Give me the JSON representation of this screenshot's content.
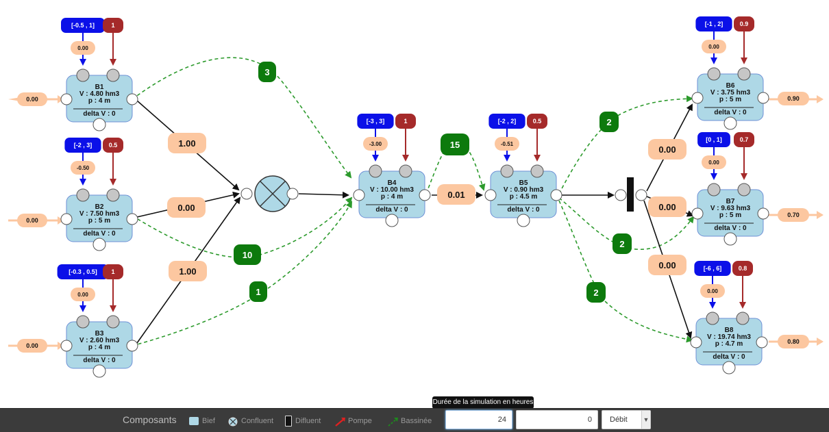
{
  "colors": {
    "node_fill": "#aed8e6",
    "node_stroke": "#6d8fd6",
    "flow_pill": "#fcc7a0",
    "range_pill": "#0b10e8",
    "max_pill": "#a52a2a",
    "green_pill": "#0d7a0d",
    "dashed_link": "#2c9a2c"
  },
  "nodes": [
    {
      "id": "B1",
      "volume": "V : 4.80 hm3",
      "depth": "p : 4 m",
      "delta": "delta V : 0",
      "range": "[-0.5 , 1]",
      "max": "1",
      "setpoint": "0.00",
      "inflow": "0.00"
    },
    {
      "id": "B2",
      "volume": "V : 7.50 hm3",
      "depth": "p : 5 m",
      "delta": "delta V : 0",
      "range": "[-2 , 3]",
      "max": "0.5",
      "setpoint": "-0.50",
      "inflow": "0.00"
    },
    {
      "id": "B3",
      "volume": "V : 2.60 hm3",
      "depth": "p : 4 m",
      "delta": "delta V : 0",
      "range": "[-0.3 , 0.5]",
      "max": "1",
      "setpoint": "0.00",
      "inflow": "0.00"
    },
    {
      "id": "B4",
      "volume": "V : 10.00 hm3",
      "depth": "p : 4 m",
      "delta": "delta V : 0",
      "range": "[-3 , 3]",
      "max": "1",
      "setpoint": "-3.00"
    },
    {
      "id": "B5",
      "volume": "V : 0.90 hm3",
      "depth": "p : 4.5 m",
      "delta": "delta V : 0",
      "range": "[-2 , 2]",
      "max": "0.5",
      "setpoint": "-0.51"
    },
    {
      "id": "B6",
      "volume": "V : 3.75 hm3",
      "depth": "p : 5 m",
      "delta": "delta V : 0",
      "range": "[-1 , 2]",
      "max": "0.9",
      "setpoint": "0.00",
      "outflow": "0.90"
    },
    {
      "id": "B7",
      "volume": "V : 9.63 hm3",
      "depth": "p : 5 m",
      "delta": "delta V : 0",
      "range": "[0 , 1]",
      "max": "0.7",
      "setpoint": "0.00",
      "outflow": "0.70"
    },
    {
      "id": "B8",
      "volume": "V : 19.74 hm3",
      "depth": "p : 4.7 m",
      "delta": "delta V : 0",
      "range": "[-6 , 6]",
      "max": "0.8",
      "setpoint": "0.00",
      "outflow": "0.80"
    }
  ],
  "flows": {
    "b1_conf": "1.00",
    "b2_conf": "0.00",
    "b3_conf": "1.00",
    "b4_b5": "0.01",
    "div_b6": "0.00",
    "div_b7": "0.00",
    "div_b8": "0.00"
  },
  "delays": {
    "b1_b4": "3",
    "b2_b4": "10",
    "b3_b4": "1",
    "b4_b5": "15",
    "b5_b6": "2",
    "b5_b7": "2",
    "b5_b8": "2"
  },
  "toolbar": {
    "title": "Composants",
    "tools": [
      {
        "label": "Bief",
        "icon": "reach-icon"
      },
      {
        "label": "Confluent",
        "icon": "confluence-icon"
      },
      {
        "label": "Difluent",
        "icon": "diffluence-icon"
      },
      {
        "label": "Pompe",
        "icon": "pump-icon"
      },
      {
        "label": "Bassinée",
        "icon": "lock-icon"
      }
    ],
    "tooltip": "Durée de la simulation en heures",
    "duration_value": "24",
    "value_field": "0",
    "mode_value": "Débit"
  }
}
